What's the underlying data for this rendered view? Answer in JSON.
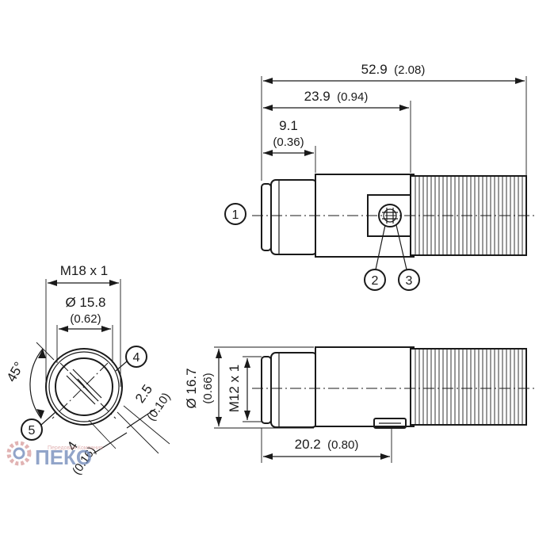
{
  "dimensions": {
    "overall_length": {
      "main": "52.9",
      "sub": "(2.08)"
    },
    "body_length": {
      "main": "23.9",
      "sub": "(0.94)"
    },
    "connector_length": {
      "main": "9.1",
      "sub": "(0.36)"
    },
    "housing_dia": {
      "main": "Ø 16.7",
      "sub": "(0.66)"
    },
    "thread_side": {
      "main": "M12 x 1"
    },
    "thread_length": {
      "main": "20.2",
      "sub": "(0.80)"
    },
    "thread_end": {
      "main": "M18 x 1"
    },
    "bore_dia": {
      "main": "Ø 15.8",
      "sub": "(0.62)"
    },
    "angle": {
      "main": "45°"
    },
    "offset_a": {
      "main": "2.5",
      "sub": "(0.10)"
    },
    "offset_b": {
      "main": "4",
      "sub": "(0.16)"
    }
  },
  "callouts": [
    "1",
    "2",
    "3",
    "4",
    "5"
  ],
  "watermark": {
    "brand": "ПЕКО",
    "tagline": "Передовая Компания"
  },
  "colors": {
    "line": "#1a1a1a",
    "watermark_blue": "#6d86b8",
    "watermark_red": "#d79a9a"
  }
}
